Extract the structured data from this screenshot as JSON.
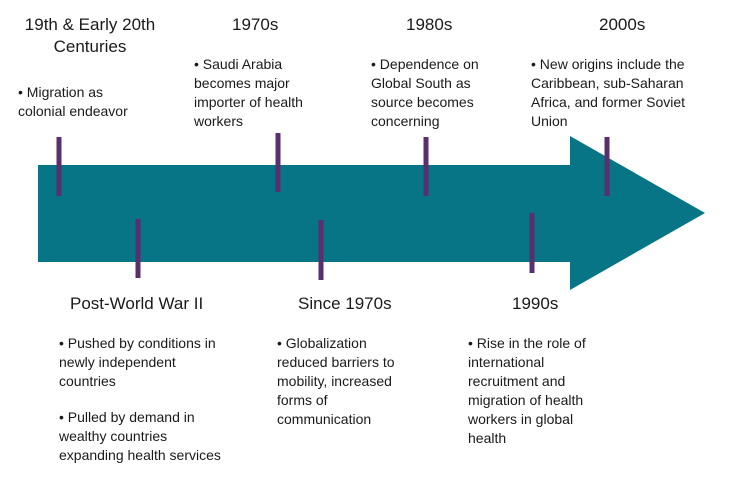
{
  "colors": {
    "arrow": "#077585",
    "tick": "#5a2f6e"
  },
  "periods": [
    {
      "title": "19th & Early 20th Centuries",
      "bullets": [
        "• Migration as colonial endeavor"
      ]
    },
    {
      "title": "1970s",
      "bullets": [
        "• Saudi Arabia becomes major importer of health workers"
      ]
    },
    {
      "title": "1980s",
      "bullets": [
        "• Dependence on Global South as source becomes concerning"
      ]
    },
    {
      "title": "2000s",
      "bullets": [
        "• New origins include the Caribbean, sub-Saharan Africa, and former Soviet Union"
      ]
    },
    {
      "title": "Post-World War II",
      "bullets": [
        "• Pushed by conditions in newly independent countries",
        "• Pulled by demand in wealthy countries expanding health services"
      ]
    },
    {
      "title": "Since 1970s",
      "bullets": [
        "• Globalization reduced barriers to mobility, increased forms of communication"
      ]
    },
    {
      "title": "1990s",
      "bullets": [
        "• Rise in the role of international recruitment and migration of health workers in global health"
      ]
    }
  ]
}
